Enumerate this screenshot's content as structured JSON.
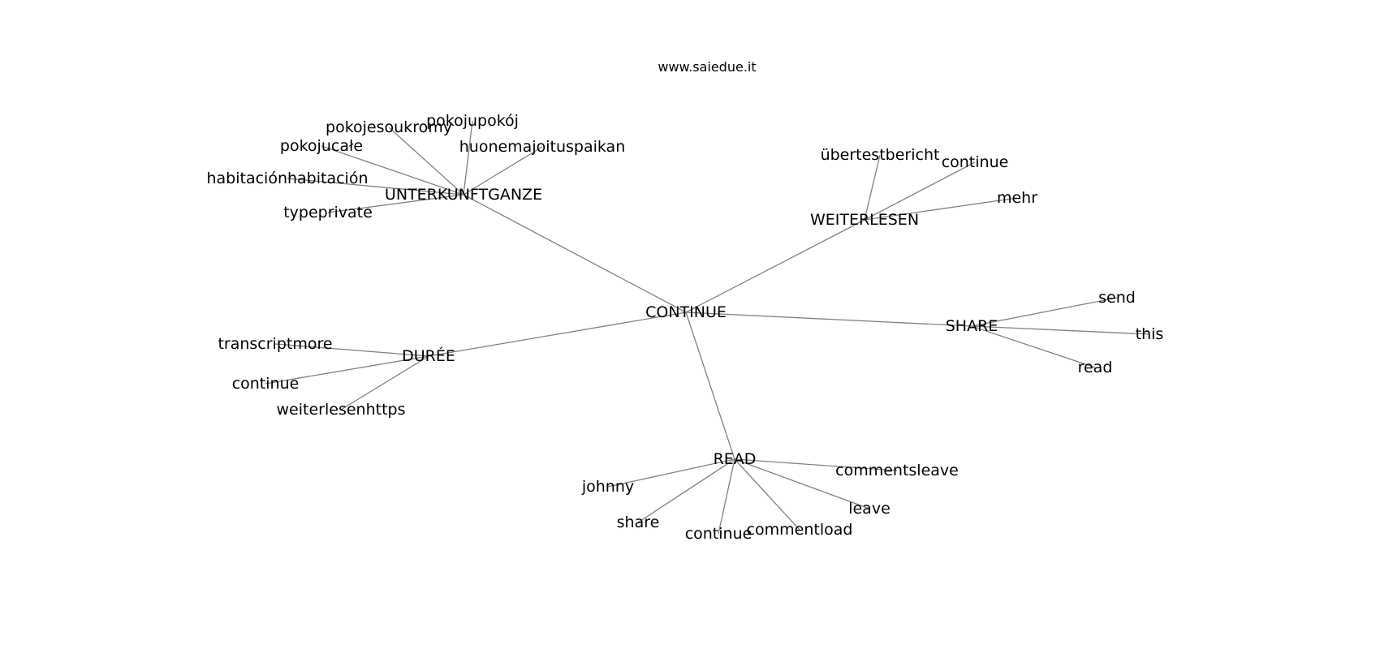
{
  "title": "www.saiedue.it",
  "colors": {
    "edge": "#808080",
    "text": "#000000",
    "background": "#ffffff"
  },
  "nodes": [
    {
      "id": "continue_root",
      "label": "CONTINUE"
    },
    {
      "id": "unterkunftganze",
      "label": "UNTERKUNFTGANZE"
    },
    {
      "id": "weiterlesen",
      "label": "WEITERLESEN"
    },
    {
      "id": "share",
      "label": "SHARE"
    },
    {
      "id": "duree",
      "label": "DURÉE"
    },
    {
      "id": "read",
      "label": "READ"
    },
    {
      "id": "pokojesoukromy",
      "label": "pokojesoukromy"
    },
    {
      "id": "pokojupokoj",
      "label": "pokojupokój"
    },
    {
      "id": "pokojucale",
      "label": "pokojucałe"
    },
    {
      "id": "huonemajoituspaikan",
      "label": "huonemajoituspaikan"
    },
    {
      "id": "habitacion",
      "label": "habitaciónhabitación"
    },
    {
      "id": "typeprivate",
      "label": "typeprivate"
    },
    {
      "id": "ubertestbericht",
      "label": "übertestbericht"
    },
    {
      "id": "continue_w",
      "label": "continue"
    },
    {
      "id": "mehr",
      "label": "mehr"
    },
    {
      "id": "send",
      "label": "send"
    },
    {
      "id": "this",
      "label": "this"
    },
    {
      "id": "read_s",
      "label": "read"
    },
    {
      "id": "transcriptmore",
      "label": "transcriptmore"
    },
    {
      "id": "continue_d",
      "label": "continue"
    },
    {
      "id": "weiterlesenhttps",
      "label": "weiterlesenhttps"
    },
    {
      "id": "johnny",
      "label": "johnny"
    },
    {
      "id": "share_r",
      "label": "share"
    },
    {
      "id": "continue_r",
      "label": "continue"
    },
    {
      "id": "commentload",
      "label": "commentload"
    },
    {
      "id": "leave",
      "label": "leave"
    },
    {
      "id": "commentsleave",
      "label": "commentsleave"
    }
  ],
  "edges": [
    [
      "continue_root",
      "unterkunftganze"
    ],
    [
      "continue_root",
      "weiterlesen"
    ],
    [
      "continue_root",
      "share"
    ],
    [
      "continue_root",
      "duree"
    ],
    [
      "continue_root",
      "read"
    ],
    [
      "unterkunftganze",
      "pokojesoukromy"
    ],
    [
      "unterkunftganze",
      "pokojupokoj"
    ],
    [
      "unterkunftganze",
      "pokojucale"
    ],
    [
      "unterkunftganze",
      "huonemajoituspaikan"
    ],
    [
      "unterkunftganze",
      "habitacion"
    ],
    [
      "unterkunftganze",
      "typeprivate"
    ],
    [
      "weiterlesen",
      "ubertestbericht"
    ],
    [
      "weiterlesen",
      "continue_w"
    ],
    [
      "weiterlesen",
      "mehr"
    ],
    [
      "share",
      "send"
    ],
    [
      "share",
      "this"
    ],
    [
      "share",
      "read_s"
    ],
    [
      "duree",
      "transcriptmore"
    ],
    [
      "duree",
      "continue_d"
    ],
    [
      "duree",
      "weiterlesenhttps"
    ],
    [
      "read",
      "johnny"
    ],
    [
      "read",
      "share_r"
    ],
    [
      "read",
      "continue_r"
    ],
    [
      "read",
      "commentload"
    ],
    [
      "read",
      "leave"
    ],
    [
      "read",
      "commentsleave"
    ]
  ]
}
